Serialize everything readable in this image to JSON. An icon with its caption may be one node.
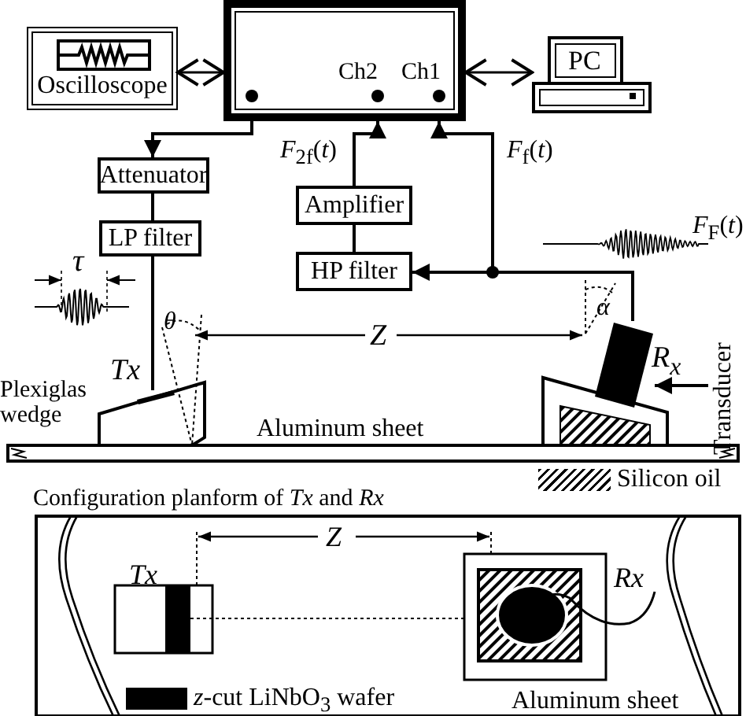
{
  "diagram": {
    "caption": "Configuration planform of *Tx* and *Rx*",
    "nodes": [
      {
        "text": [
          "Ch2",
          "Ch1"
        ]
      },
      {
        "text": [
          "Oscilloscope"
        ]
      },
      {
        "text": [
          "PC"
        ]
      },
      {
        "text": [
          "Attenuator"
        ]
      },
      {
        "text": [
          "LP filter"
        ]
      },
      {
        "text": [
          "Amplifier"
        ]
      },
      {
        "text": [
          "HP filter"
        ]
      },
      {
        "text": [],
        "shape": "box",
        "beside": [
          "Tx"
        ]
      },
      {
        "text": [],
        "shape": "box",
        "beside": [
          "R$_{x}$"
        ]
      },
      {
        "text": [
          "Transducer"
        ]
      }
    ],
    "edges": [
      {
        "from": 0,
        "to": 3,
        "arrow": "to"
      },
      {
        "from": 3,
        "to": 4,
        "arrow": "none"
      },
      {
        "from": 4,
        "to": 7,
        "arrow": "none"
      },
      {
        "from": 6,
        "to": 5,
        "arrow": "none"
      },
      {
        "from": 5,
        "to": 0,
        "arrow": "to",
        "label": "*F*$_{2f}$(*t*)"
      },
      {
        "from": 8,
        "to": 0,
        "arrow": "to",
        "label": "*F*$_{f}$(*t*)"
      },
      {
        "from": 8,
        "to": 6,
        "arrow": "to"
      },
      {
        "from": 1,
        "to": 0,
        "arrow": "both"
      },
      {
        "from": 0,
        "to": 2,
        "arrow": "both"
      },
      {
        "from": 9,
        "to": 8,
        "arrow": "to"
      }
    ],
    "labels": [
      "*F*$_{F}$(*t*)",
      "τ",
      "θ",
      "Z",
      "α",
      "Plexiglas wedge",
      "Aluminum sheet",
      "Z",
      "Tx",
      "Rx",
      "Aluminum sheet"
    ],
    "legend": [
      {
        "text": "Silicon oil"
      },
      {
        "text": "*z*-cut LiNbO$_{3}$ wafer",
        "color": "#000000"
      }
    ]
  }
}
